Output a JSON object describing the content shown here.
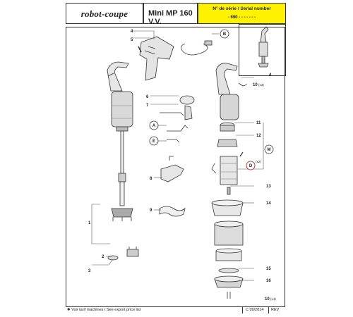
{
  "header": {
    "brand": "robot-coupe",
    "model": "Mini MP 160 V.V.",
    "serial_title": "N° de série / Serial number",
    "serial_value": "- 690 - - - - -    - -"
  },
  "footer": {
    "note": "✱ Voir tarif machines / See export price list",
    "date": "C   09/2014",
    "rev": "REV"
  },
  "callouts": {
    "n1": "1",
    "n2": "2",
    "n3": "3",
    "n4a": "4",
    "n4b": "4",
    "n5": "5",
    "n6": "6",
    "n7": "7",
    "n8": "8",
    "n9": "9",
    "n10a": "10",
    "n10a_q": "(x3)",
    "n10b": "10",
    "n10b_q": "(x4)",
    "n11": "11",
    "n12": "12",
    "n13": "13",
    "n14": "14",
    "n15": "15",
    "n16": "16",
    "nA": "A",
    "nB": "B",
    "nD": "D",
    "nD_q": "(x2)",
    "nE": "E",
    "nM": "M"
  }
}
